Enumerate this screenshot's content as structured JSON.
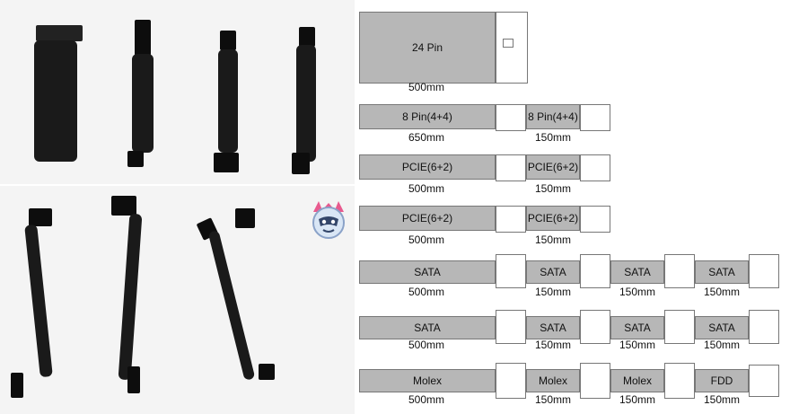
{
  "photo_panel": {
    "description_icon": "cable-photo-icon"
  },
  "badge_icon": "mascot-logo-icon",
  "rows": [
    {
      "segments": [
        {
          "label": "24 Pin",
          "length": "500mm"
        }
      ]
    },
    {
      "segments": [
        {
          "label": "8 Pin(4+4)",
          "length": "650mm"
        },
        {
          "label": "8 Pin(4+4)",
          "length": "150mm"
        }
      ]
    },
    {
      "segments": [
        {
          "label": "PCIE(6+2)",
          "length": "500mm"
        },
        {
          "label": "PCIE(6+2)",
          "length": "150mm"
        }
      ]
    },
    {
      "segments": [
        {
          "label": "PCIE(6+2)",
          "length": "500mm"
        },
        {
          "label": "PCIE(6+2)",
          "length": "150mm"
        }
      ]
    },
    {
      "segments": [
        {
          "label": "SATA",
          "length": "500mm"
        },
        {
          "label": "SATA",
          "length": "150mm"
        },
        {
          "label": "SATA",
          "length": "150mm"
        },
        {
          "label": "SATA",
          "length": "150mm"
        }
      ]
    },
    {
      "segments": [
        {
          "label": "SATA",
          "length": "500mm"
        },
        {
          "label": "SATA",
          "length": "150mm"
        },
        {
          "label": "SATA",
          "length": "150mm"
        },
        {
          "label": "SATA",
          "length": "150mm"
        }
      ]
    },
    {
      "segments": [
        {
          "label": "Molex",
          "length": "500mm"
        },
        {
          "label": "Molex",
          "length": "150mm"
        },
        {
          "label": "Molex",
          "length": "150mm"
        },
        {
          "label": "FDD",
          "length": "150mm"
        }
      ]
    }
  ],
  "colors": {
    "cable_fill": "#b7b7b7",
    "outline": "#777777",
    "photo_bg": "#f4f4f4"
  }
}
